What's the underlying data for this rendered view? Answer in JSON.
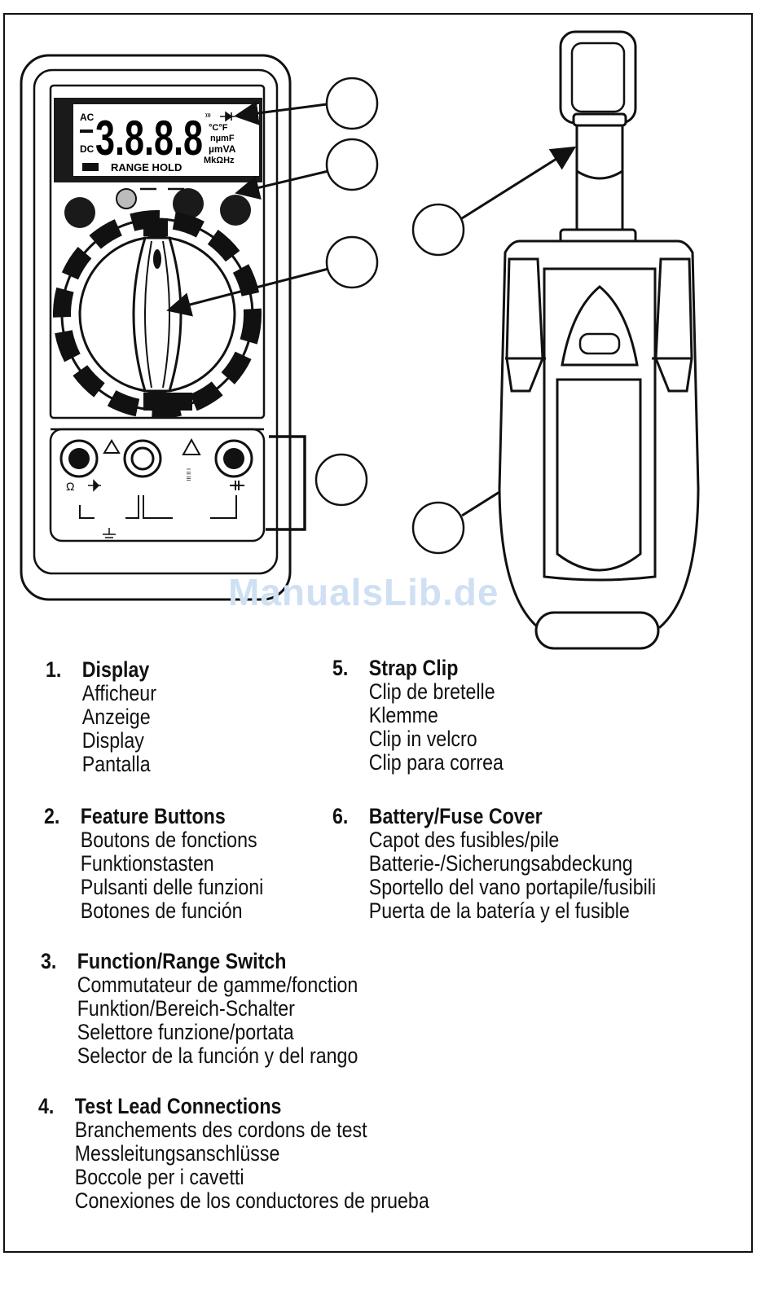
{
  "meter_display": {
    "ac": "AC",
    "dc": "DC",
    "digits": "3.8.8.8",
    "range_hold": "RANGE HOLD",
    "units_line1": "°C°F",
    "units_line2": "nµmF",
    "units_line3": "µmVA",
    "units_line4": "MkΩHz"
  },
  "terminals": {
    "ohm": "Ω",
    "roman": "I II III"
  },
  "watermark": "ManualsLib.de",
  "legend": [
    {
      "num": "1.",
      "title": "Display",
      "lines": [
        "Afficheur",
        "Anzeige",
        "Display",
        "Pantalla"
      ]
    },
    {
      "num": "2.",
      "title": "Feature Buttons",
      "lines": [
        "Boutons de fonctions",
        "Funktionstasten",
        "Pulsanti delle funzioni",
        "Botones de función"
      ]
    },
    {
      "num": "3.",
      "title": "Function/Range Switch",
      "lines": [
        "Commutateur de gamme/fonction",
        "Funktion/Bereich-Schalter",
        "Selettore funzione/portata",
        "Selector de la función y del rango"
      ]
    },
    {
      "num": "4.",
      "title": "Test Lead Connections",
      "lines": [
        "Branchements des cordons de test",
        "Messleitungsanschlüsse",
        "Boccole per i cavetti",
        "Conexiones de los conductores de prueba"
      ]
    },
    {
      "num": "5.",
      "title": "Strap Clip",
      "lines": [
        "Clip de bretelle",
        "Klemme",
        "Clip in velcro",
        "Clip para correa"
      ]
    },
    {
      "num": "6.",
      "title": "Battery/Fuse Cover",
      "lines": [
        "Capot des fusibles/pile",
        "Batterie-/Sicherungsabdeckung",
        "Sportello del vano portapile/fusibili",
        "Puerta de la batería y el fusible"
      ]
    }
  ]
}
